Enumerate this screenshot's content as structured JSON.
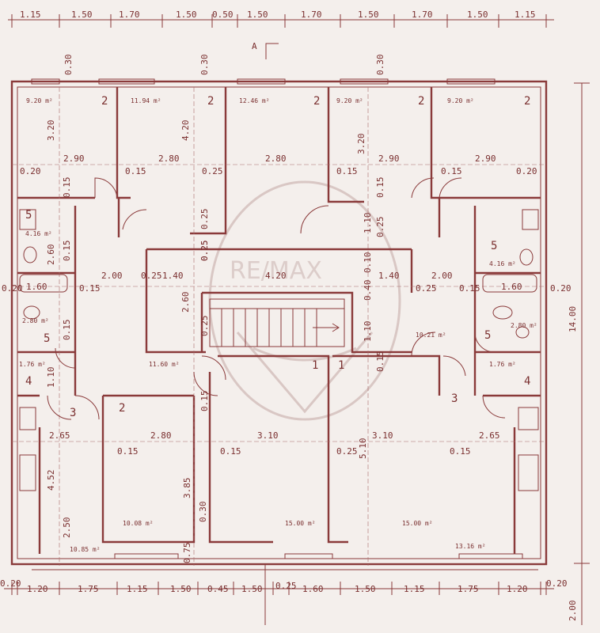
{
  "top_dimensions": [
    "1.15",
    "1.50",
    "1.70",
    "1.50",
    "0.50",
    "1.50",
    "1.70",
    "1.50",
    "1.70",
    "1.50",
    "1.15"
  ],
  "bottom_dimensions": [
    "0.20",
    "1.20",
    "1.75",
    "1.15",
    "1.50",
    "0.45",
    "1.50",
    "0.25",
    "1.60",
    "1.50",
    "1.15",
    "1.75",
    "1.20",
    "0.20"
  ],
  "right_dimensions": [
    "14.00",
    "2.00"
  ],
  "section_marker": "A",
  "wall_labels": [
    "0.30",
    "0.30",
    "0.30"
  ],
  "rooms": [
    {
      "id": "r1",
      "number": "2",
      "area": "9.20 m²"
    },
    {
      "id": "r2",
      "number": "2",
      "area": "11.94 m²"
    },
    {
      "id": "r3",
      "number": "2",
      "area": "12.46 m²"
    },
    {
      "id": "r4",
      "number": "2",
      "area": "9.20 m²"
    },
    {
      "id": "r5",
      "number": "2",
      "area": "9.20 m²"
    },
    {
      "id": "r6",
      "number": "5",
      "area": "4.16 m²"
    },
    {
      "id": "r7",
      "number": "5",
      "area": "4.16 m²"
    },
    {
      "id": "r8",
      "number": "5",
      "area": "2.80 m²"
    },
    {
      "id": "r9",
      "number": "5",
      "area": "2.80 m²"
    },
    {
      "id": "r10",
      "number": "4",
      "area": "1.76 m²"
    },
    {
      "id": "r11",
      "number": "4",
      "area": "1.76 m²"
    },
    {
      "id": "r12",
      "number": "",
      "area": "11.60 m²"
    },
    {
      "id": "r13",
      "number": "",
      "area": "10.21 m²"
    },
    {
      "id": "r14",
      "number": "3",
      "area": "10.85 m²"
    },
    {
      "id": "r15",
      "number": "3",
      "area": "13.16 m²"
    },
    {
      "id": "r16",
      "number": "2",
      "area": "10.08 m²"
    },
    {
      "id": "r17",
      "number": "1",
      "area": "15.00 m²"
    },
    {
      "id": "r18",
      "number": "1",
      "area": "15.00 m²"
    }
  ],
  "interior_dimensions": [
    {
      "id": "d1",
      "text": "2.90"
    },
    {
      "id": "d2",
      "text": "2.80"
    },
    {
      "id": "d3",
      "text": "2.80"
    },
    {
      "id": "d4",
      "text": "2.90"
    },
    {
      "id": "d5",
      "text": "2.90"
    },
    {
      "id": "d6",
      "text": "3.20"
    },
    {
      "id": "d7",
      "text": "4.20"
    },
    {
      "id": "d8",
      "text": "3.20"
    },
    {
      "id": "d9",
      "text": "0.20"
    },
    {
      "id": "d10",
      "text": "0.15"
    },
    {
      "id": "d11",
      "text": "0.25"
    },
    {
      "id": "d12",
      "text": "0.15"
    },
    {
      "id": "d13",
      "text": "0.15"
    },
    {
      "id": "d14",
      "text": "0.20"
    },
    {
      "id": "d15",
      "text": "0.15"
    },
    {
      "id": "d16",
      "text": "0.25"
    },
    {
      "id": "d17",
      "text": "0.15"
    },
    {
      "id": "d18",
      "text": "1.10"
    },
    {
      "id": "d19",
      "text": "0.25"
    },
    {
      "id": "d20",
      "text": "2.60"
    },
    {
      "id": "d21",
      "text": "0.25"
    },
    {
      "id": "d22",
      "text": "1.40"
    },
    {
      "id": "d23",
      "text": "4.20"
    },
    {
      "id": "d24",
      "text": "1.40"
    },
    {
      "id": "d25",
      "text": "2.00"
    },
    {
      "id": "d26",
      "text": "2.00"
    },
    {
      "id": "d27",
      "text": "1.60"
    },
    {
      "id": "d28",
      "text": "1.60"
    },
    {
      "id": "d29",
      "text": "0.15"
    },
    {
      "id": "d30",
      "text": "0.20"
    },
    {
      "id": "d31",
      "text": "0.20"
    },
    {
      "id": "d32",
      "text": "0.25"
    },
    {
      "id": "d33",
      "text": "0.15"
    },
    {
      "id": "d34",
      "text": "2.60"
    },
    {
      "id": "d35",
      "text": "0.25"
    },
    {
      "id": "d36",
      "text": "1.10"
    },
    {
      "id": "d37",
      "text": "0.10"
    },
    {
      "id": "d38",
      "text": "0.40"
    },
    {
      "id": "d39",
      "text": "0.15"
    },
    {
      "id": "d40",
      "text": "1.10"
    },
    {
      "id": "d41",
      "text": "2.65"
    },
    {
      "id": "d42",
      "text": "2.65"
    },
    {
      "id": "d43",
      "text": "2.80"
    },
    {
      "id": "d44",
      "text": "3.10"
    },
    {
      "id": "d45",
      "text": "3.10"
    },
    {
      "id": "d46",
      "text": "0.15"
    },
    {
      "id": "d47",
      "text": "0.15"
    },
    {
      "id": "d48",
      "text": "0.25"
    },
    {
      "id": "d49",
      "text": "0.15"
    },
    {
      "id": "d50",
      "text": "3.85"
    },
    {
      "id": "d51",
      "text": "5.10"
    },
    {
      "id": "d52",
      "text": "4.52"
    },
    {
      "id": "d53",
      "text": "0.30"
    },
    {
      "id": "d54",
      "text": "0.75"
    },
    {
      "id": "d55",
      "text": "0.15"
    },
    {
      "id": "d56",
      "text": "0.25"
    },
    {
      "id": "d57",
      "text": "0.15"
    },
    {
      "id": "d58",
      "text": "0.25"
    },
    {
      "id": "d59",
      "text": "2.50"
    },
    {
      "id": "d60",
      "text": "0.15"
    }
  ],
  "watermark": "RE/MAX",
  "colors": {
    "ink": "#8a3a3a",
    "paper": "#f4efec",
    "watermark": "#d9c7c4"
  }
}
